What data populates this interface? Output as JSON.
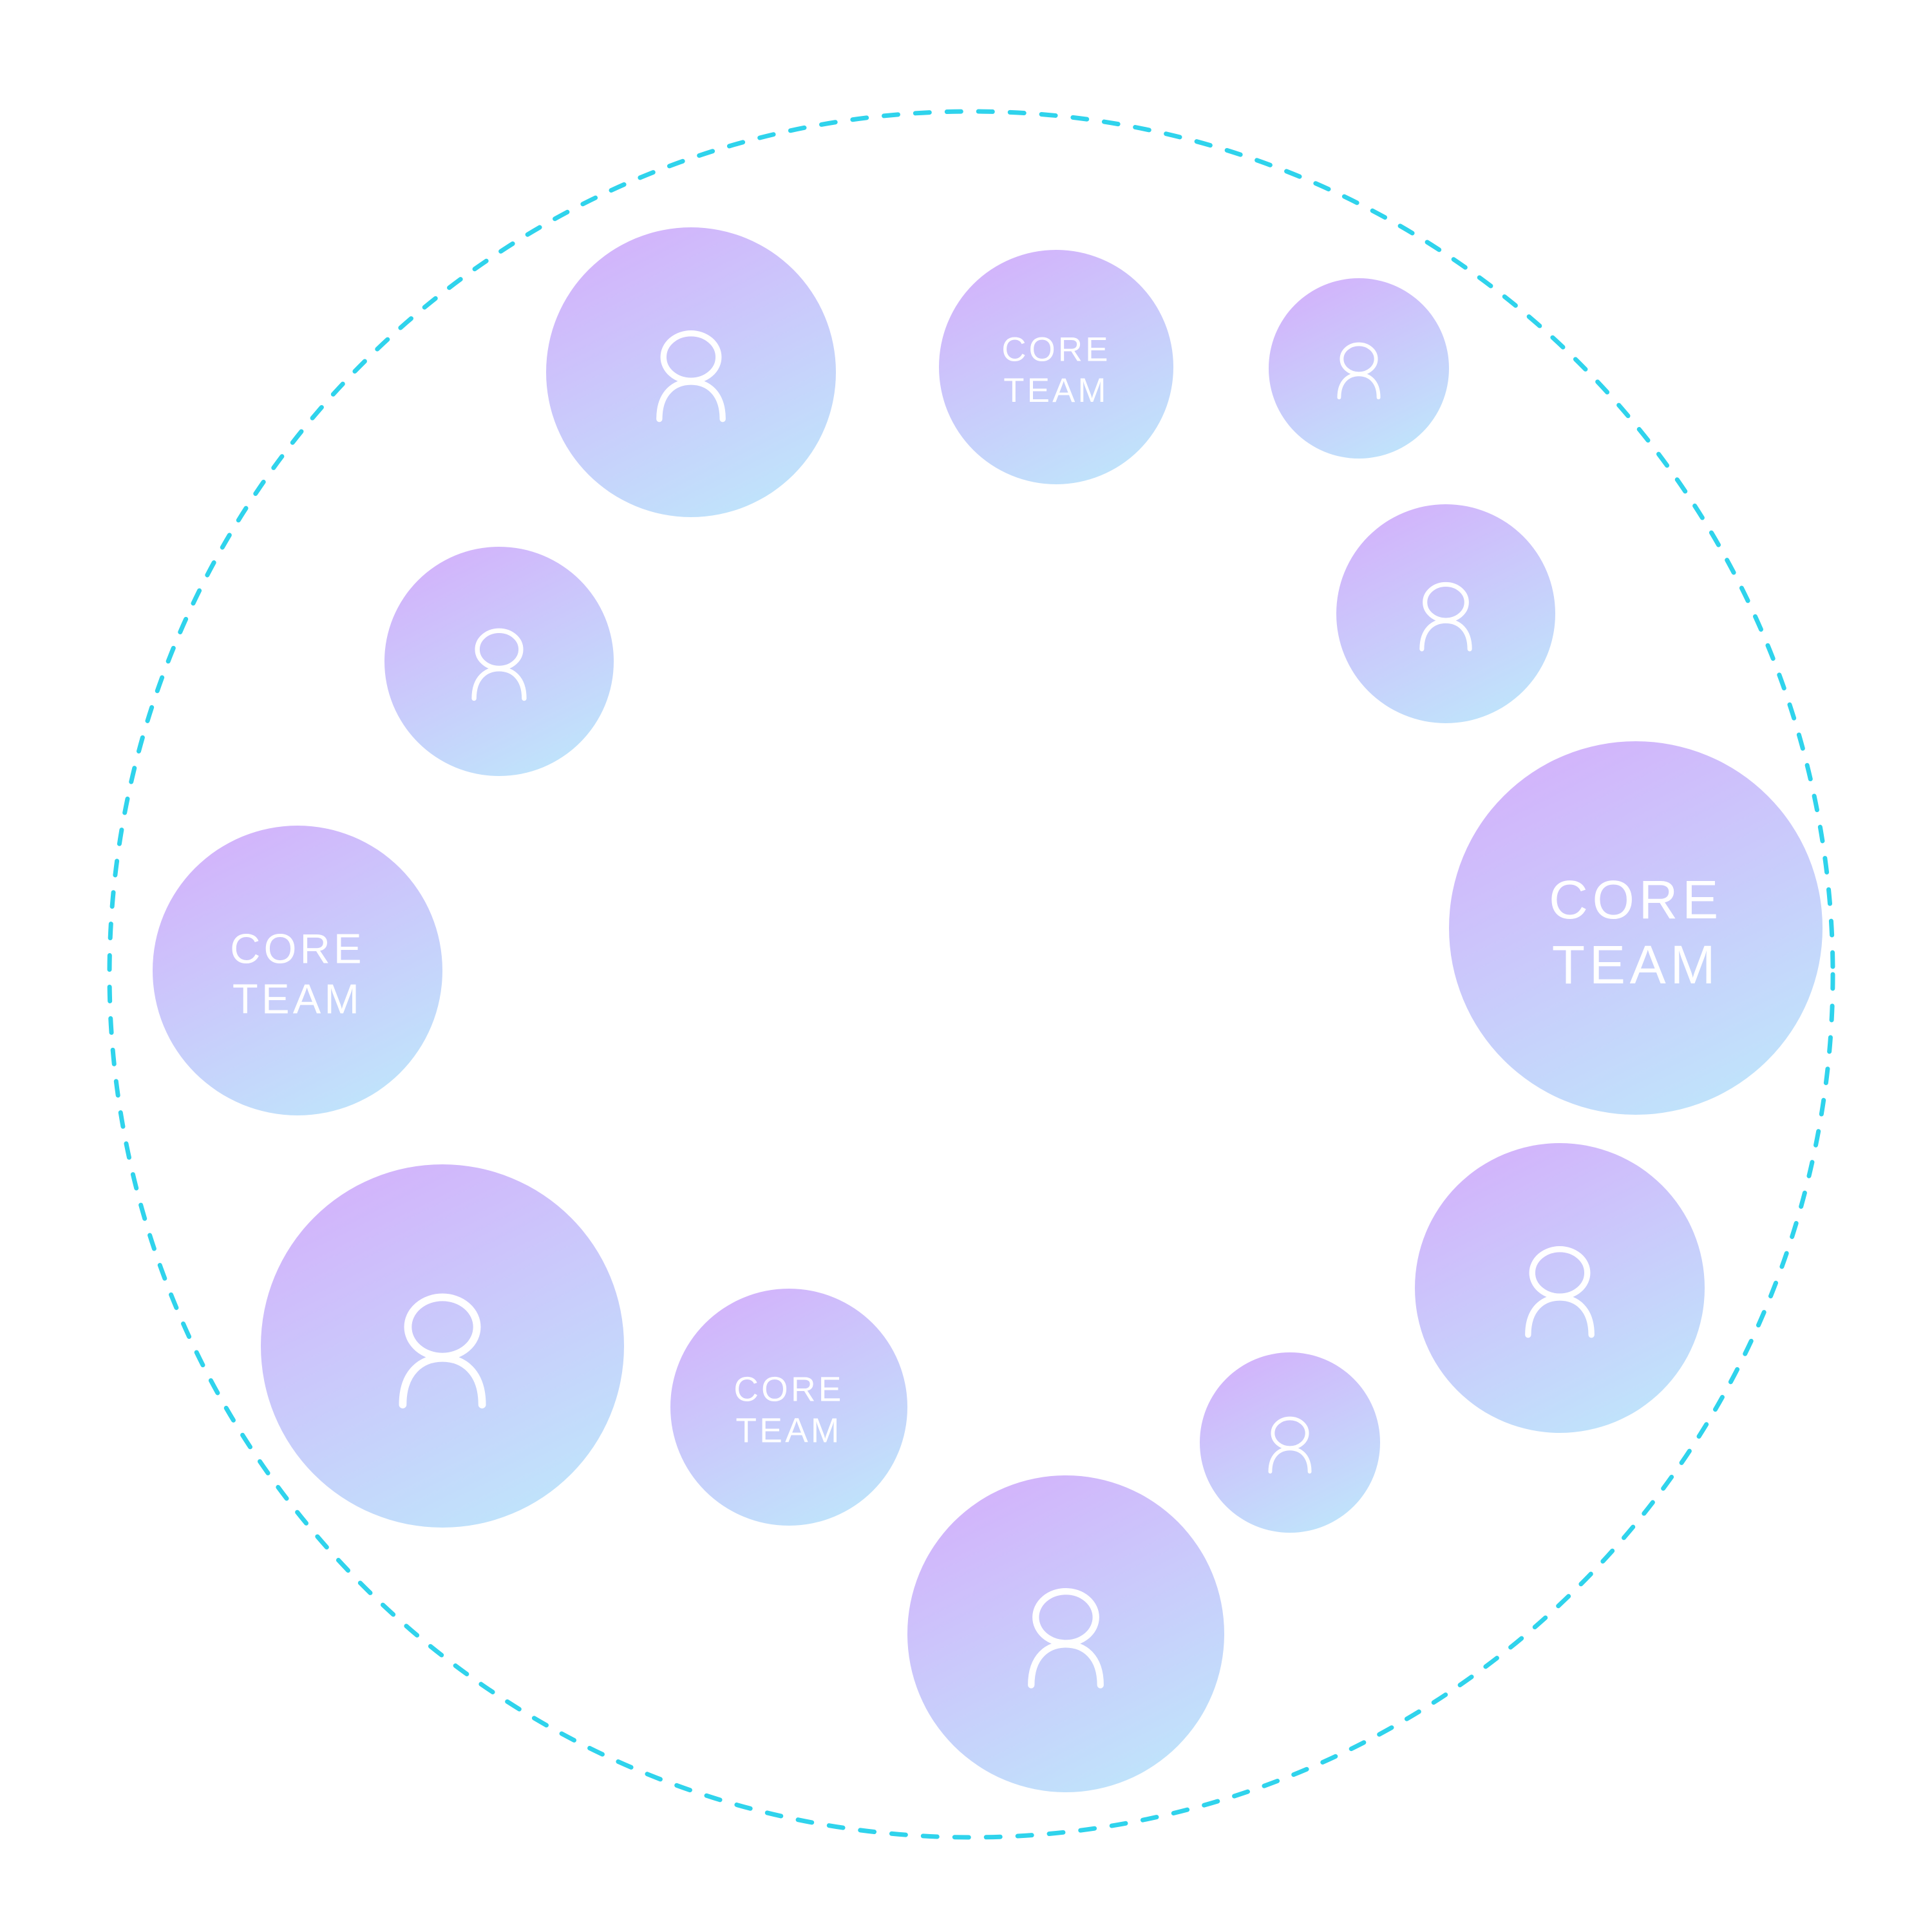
{
  "colors": {
    "ring": "#2fd3ec",
    "gradient_start": "#d3b2fb",
    "gradient_end": "#bfe5fb",
    "icon": "#ffffff",
    "background": "#ffffff"
  },
  "ring": {
    "style": "dashed"
  },
  "nodes": [
    {
      "kind": "person",
      "icon": "person-icon"
    },
    {
      "kind": "label",
      "line1": "CORE",
      "line2": "TEAM"
    },
    {
      "kind": "person",
      "icon": "person-icon"
    },
    {
      "kind": "person",
      "icon": "person-icon"
    },
    {
      "kind": "person",
      "icon": "person-icon"
    },
    {
      "kind": "label",
      "line1": "CORE",
      "line2": "TEAM"
    },
    {
      "kind": "label",
      "line1": "CORE",
      "line2": "TEAM"
    },
    {
      "kind": "person",
      "icon": "person-icon"
    },
    {
      "kind": "person",
      "icon": "person-icon"
    },
    {
      "kind": "label",
      "line1": "CORE",
      "line2": "TEAM"
    },
    {
      "kind": "person",
      "icon": "person-icon"
    },
    {
      "kind": "person",
      "icon": "person-icon"
    }
  ]
}
